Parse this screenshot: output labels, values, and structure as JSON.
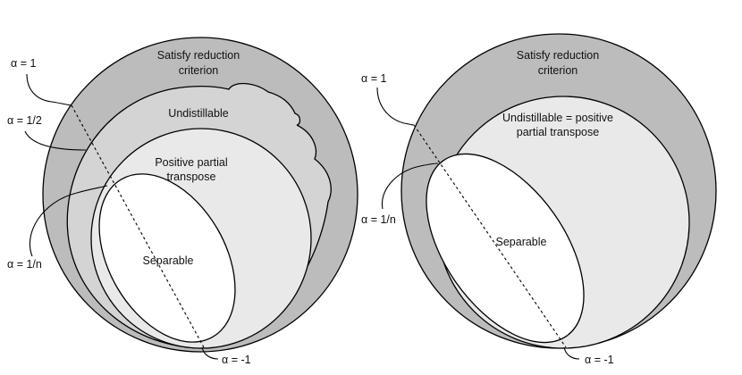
{
  "colors": {
    "outer": "#bcbcbc",
    "undistillable": "#d4d4d4",
    "ppt": "#e9e9e9",
    "separable": "#ffffff",
    "stroke": "#000000"
  },
  "left_diagram": {
    "region_labels": {
      "reduction_line1": "Satisfy reduction",
      "reduction_line2": "criterion",
      "undistillable": "Undistillable",
      "ppt_line1": "Positive partial",
      "ppt_line2": "transpose",
      "separable": "Separable"
    },
    "alpha_labels": {
      "a1": "α = 1",
      "a_half": "α = 1/2",
      "a_1n": "α = 1/n",
      "a_m1": "α = -1"
    }
  },
  "right_diagram": {
    "region_labels": {
      "reduction_line1": "Satisfy reduction",
      "reduction_line2": "criterion",
      "undist_line1": "Undistillable = positive",
      "undist_line2": "partial transpose",
      "separable": "Separable"
    },
    "alpha_labels": {
      "a1": "α = 1",
      "a_1n": "α = 1/n",
      "a_m1": "α = -1"
    }
  }
}
